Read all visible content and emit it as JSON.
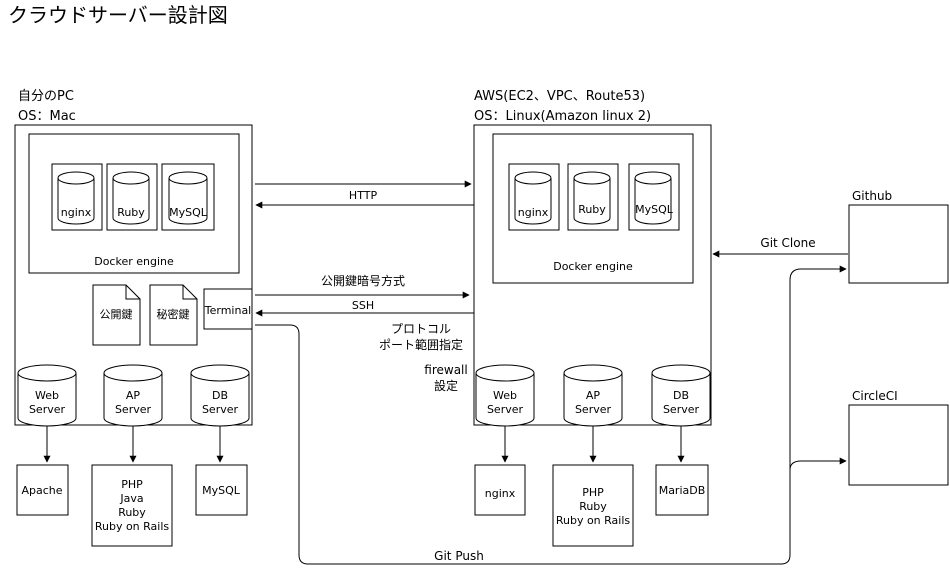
{
  "title": "クラウドサーバー設計図",
  "local": {
    "label_line1": "自分のPC",
    "label_line2": "OS：Mac",
    "docker_engine": "Docker engine",
    "containers": [
      "nginx",
      "Ruby",
      "MySQL"
    ],
    "keys": [
      "公開鍵",
      "秘密鍵"
    ],
    "terminal": "Terminal",
    "servers": [
      {
        "line1": "Web",
        "line2": "Server"
      },
      {
        "line1": "AP",
        "line2": "Server"
      },
      {
        "line1": "DB",
        "line2": "Server"
      }
    ],
    "software": [
      [
        "Apache"
      ],
      [
        "PHP",
        "Java",
        "Ruby",
        "Ruby on Rails"
      ],
      [
        "MySQL"
      ]
    ]
  },
  "aws": {
    "label_line1": "AWS(EC2、VPC、Route53)",
    "label_line2": "OS：Linux(Amazon linux 2)",
    "docker_engine": "Docker engine",
    "containers": [
      "nginx",
      "Ruby",
      "MySQL"
    ],
    "servers": [
      {
        "line1": "Web",
        "line2": "Server"
      },
      {
        "line1": "AP",
        "line2": "Server"
      },
      {
        "line1": "DB",
        "line2": "Server"
      }
    ],
    "software": [
      [
        "nginx"
      ],
      [
        "PHP",
        "Ruby",
        "Ruby on Rails"
      ],
      [
        "MariaDB"
      ]
    ]
  },
  "connections": {
    "http": "HTTP",
    "public_key_crypto": "公開鍵暗号方式",
    "ssh": "SSH",
    "protocol_line1": "プロトコル",
    "protocol_line2": "ポート範囲指定",
    "firewall_line1": "firewall",
    "firewall_line2": "設定",
    "git_clone": "Git Clone",
    "git_push": "Git Push"
  },
  "services": {
    "github": "Github",
    "circleci": "CircleCI"
  }
}
